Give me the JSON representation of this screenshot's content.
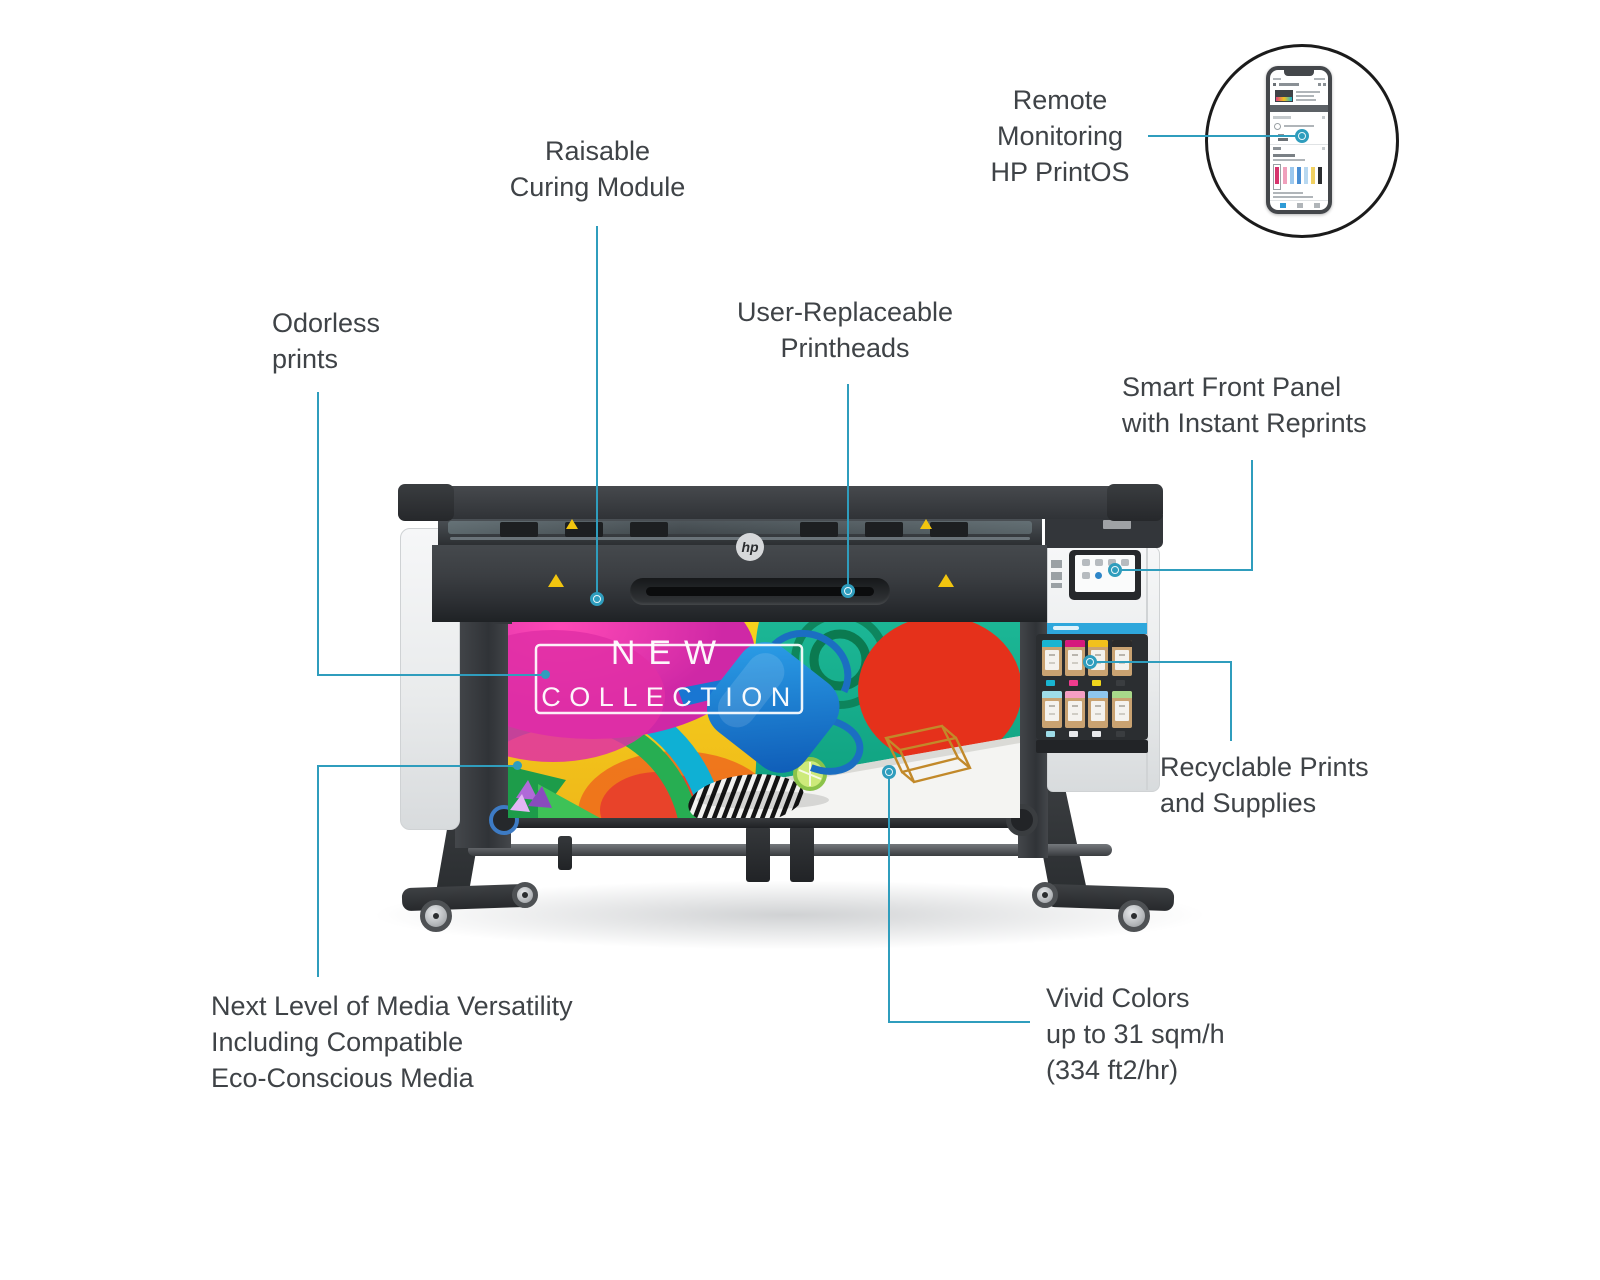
{
  "page": {
    "background": "#ffffff",
    "leader_line_color": "#2f9dbd",
    "label_text_color": "#3f4347"
  },
  "brand": {
    "logo_text": "hp"
  },
  "callouts": {
    "remote": {
      "lines": [
        "Remote",
        "Monitoring",
        "HP PrintOS"
      ]
    },
    "curing": {
      "lines": [
        "Raisable",
        "Curing Module"
      ]
    },
    "odorless": {
      "lines": [
        "Odorless",
        "prints"
      ]
    },
    "printheads": {
      "lines": [
        "User-Replaceable",
        "Printheads"
      ]
    },
    "smart_panel": {
      "lines": [
        "Smart Front Panel",
        "with Instant Reprints"
      ]
    },
    "recyclable": {
      "lines": [
        "Recyclable Prints",
        "and Supplies"
      ]
    },
    "media": {
      "lines": [
        "Next Level of Media Versatility",
        "Including Compatible",
        "Eco-Conscious Media"
      ]
    },
    "vivid": {
      "lines": [
        "Vivid Colors",
        "up to 31 sqm/h",
        "(334 ft2/hr)"
      ]
    }
  },
  "banner": {
    "line1": "NEW",
    "line2": "COLLECTION"
  },
  "printer": {
    "ink_caps_row1": [
      "#19b5d2",
      "#d5197d",
      "#f2c11c",
      "#2a2a2a"
    ],
    "ink_caps_row2": [
      "#9edce8",
      "#f59ec4",
      "#8ec6ee",
      "#a8d98a"
    ],
    "chips_row1": [
      "#19b5d2",
      "#ef3c8e",
      "#efd51c",
      "#3a3d40"
    ],
    "chips_row2": [
      "#9edce8",
      "#e8eaec",
      "#e8eaec",
      "#3a3d40"
    ]
  },
  "phone": {
    "ink_bars": [
      "#d6336c",
      "#f0a0bc",
      "#9cc8ee",
      "#4a8fd4",
      "#b8d8f0",
      "#f0d060",
      "#2b2d30"
    ]
  }
}
